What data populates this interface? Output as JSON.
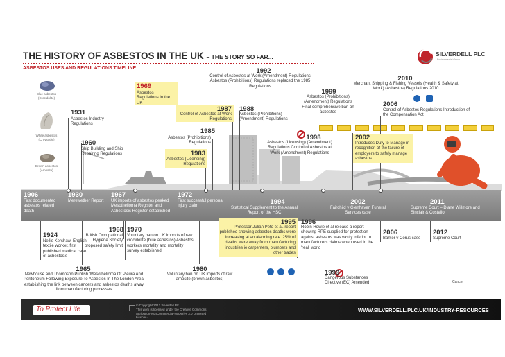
{
  "header": {
    "title": "THE HISTORY OF ASBESTOS IN THE UK",
    "subtitle": "– THE STORY SO FAR...",
    "timeline_label": "ASBESTOS USES AND REGULATIONS TIMELINE",
    "logo_name": "SILVERDELL PLC",
    "logo_tagline": "Environmental Group"
  },
  "minerals": {
    "blue": "Blue asbestos (Crocidolite)",
    "white": "White asbestos (Chrysotile)",
    "brown": "Brown asbestos (Amosite)"
  },
  "upper_events": {
    "e1931": {
      "year": "1931",
      "text": "Asbestos Industry Regulations"
    },
    "e1960": {
      "year": "1960",
      "text": "Ship Building and Ship Repairing Regulations"
    },
    "e1969": {
      "year": "1969",
      "text": "Asbestos Regulations in the UK"
    },
    "e1983": {
      "year": "1983",
      "text": "Asbestos (Licensing) Regulations"
    },
    "e1985": {
      "year": "1985",
      "text": "Asbestos (Prohibitions) Regulations"
    },
    "e1987": {
      "year": "1987",
      "text": "Control of Asbestos at Work Regulations"
    },
    "e1988": {
      "year": "1988",
      "text": "Asbestos (Prohibitions) (Amendment) Regulations"
    },
    "e1992": {
      "year": "1992",
      "text": "Control of Asbestos at Work (Amendment) Regulations Asbestos (Prohibitions) Regulations replaced the 1985 Regulations"
    },
    "e1998": {
      "year": "1998",
      "text": "Asbestos (Licensing) (Amendment) Regulations Control of Asbestos at Work (Amendment) Regulations"
    },
    "e1999": {
      "year": "1999",
      "text": "Asbestos (Prohibitions) (Amendment) Regulations Final comprehensive ban on asbestos"
    },
    "e2002": {
      "year": "2002",
      "text": "Introduces Duty to Manage in recognition of the failure of employers to safely manage asbestos"
    },
    "e2006": {
      "year": "2006",
      "text": "Control of Asbestos Regulations Introduction of the Compensation Act"
    },
    "e2010": {
      "year": "2010",
      "text": "Merchant Shipping & Fishing Vessels (Health & Safety at Work) (Asbestos) Regulations 2010"
    }
  },
  "band_events": {
    "e1906": {
      "year": "1906",
      "text": "First documented asbestos related death"
    },
    "e1930": {
      "year": "1930",
      "text": "Merewether Report"
    },
    "e1967": {
      "year": "1967",
      "text": "UK imports of asbestos peaked Mesothelioma Register and Asbestosis Register established"
    },
    "e1972": {
      "year": "1972",
      "text": "First successful personal injury claim"
    },
    "e1994": {
      "year": "1994",
      "text": "Statistical Supplement to the Annual Report of the HSC"
    },
    "e2002b": {
      "year": "2002",
      "text": "Fairchild v Glenhaven Funeral Services case"
    },
    "e2011": {
      "year": "2011",
      "text": "Supreme Court – Diane Willmore and Sinclair & Costello"
    }
  },
  "lower_events": {
    "e1924": {
      "year": "1924",
      "text": "Nellie Kershaw, English textile worker, first published medical case of asbestosis"
    },
    "e1968": {
      "year": "1968",
      "text": "British Occupational Hygiene Society proposed safety limit"
    },
    "e1970": {
      "year": "1970",
      "text": "Voluntary ban on UK imports of raw crocidolite (blue asbestos) Asbestos workers mortality and mortality survey established"
    },
    "e1965": {
      "year": "1965",
      "text": "Newhouse and Thompson Publish 'Mesothelioma Of Pleura And Peritoneum Following Exposure To Asbestos In The London Area' establishing the link between cancers and asbestos deaths away from manufacturing processes"
    },
    "e1980": {
      "year": "1980",
      "text": "Voluntary ban on UK imports of raw amosite (brown asbestos)"
    },
    "e1995": {
      "year": "1995",
      "text": "Professor Julian Peto et al. report published showing asbestos deaths were increasing at an alarming rate. 25% of deaths were away from manufacturing industries ie carpenters, plumbers and other trades"
    },
    "e1996": {
      "year": "1996",
      "text": "Robin Howie et al release a report showing RPE supplied for protection against asbestos was vastly inferior to manufacturers claims when used in the 'real' world"
    },
    "e1999b": {
      "year": "1999",
      "text": "Dangerous Substances Directive (EC) Amended"
    },
    "e2006b": {
      "year": "2006",
      "text": "Barker v Corus case"
    },
    "e2012": {
      "year": "2012",
      "text": "Supreme Court"
    }
  },
  "footer": {
    "slogan": "To Protect Life",
    "copyright": "© Copyright 2012 Silverdell Plc",
    "license": "This work is licensed under the Creative Commons Attribution-NonCommercial-NoDerivs 3.0 Unported License.",
    "website": "WWW.SILVERDELL.PLC.UK/INDUSTRY-RESOURCES",
    "cancer_label": "Cancer"
  },
  "danger_sign": "Danger",
  "colors": {
    "title": "#2b2b2b",
    "accent_red": "#c0232a",
    "band": "#8c8c8c",
    "highlight": "#fbf2a6",
    "footer_bar": "#1f1f1f",
    "suit": "#e0502a"
  },
  "icons": [
    "logo-swirl-icon",
    "mask-icon",
    "no-entry-icon",
    "suit-icon",
    "danger-sign-icon"
  ]
}
